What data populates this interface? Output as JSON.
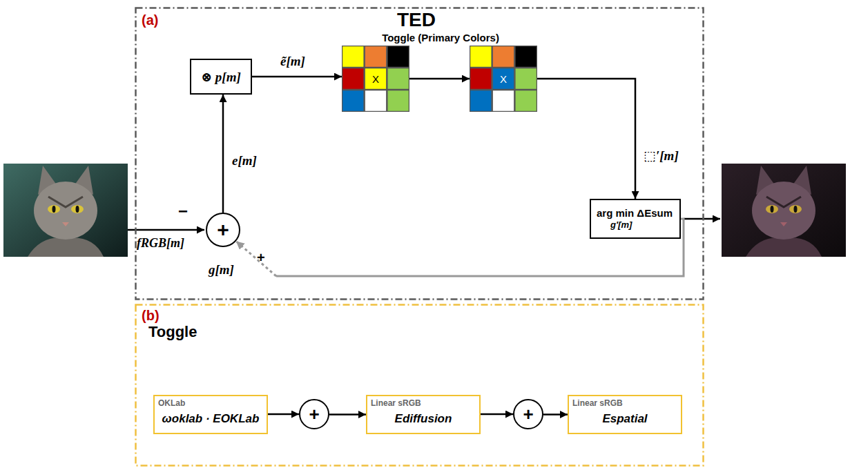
{
  "diagram": {
    "nodes": [
      {
        "text": [
          "(a)",
          "TED"
        ]
      },
      {
        "text": [
          "⊗ p[m]"
        ],
        "in": 0
      },
      {
        "text": [
          "X"
        ],
        "in": 0
      },
      {
        "text": [
          "X"
        ],
        "in": 0
      },
      {
        "text": [
          "arg min ΔEsum",
          "g′[m]"
        ],
        "in": 0
      },
      {
        "text": [
          "+"
        ],
        "in": 0
      },
      {
        "text": [
          "(b)",
          "Toggle"
        ]
      },
      {
        "text": [
          "OKLab",
          "ωoklab · EOKLab"
        ],
        "in": 6
      },
      {
        "text": [
          "+"
        ],
        "in": 6
      },
      {
        "text": [
          "Linear sRGB",
          "Ediffusion"
        ],
        "in": 6
      },
      {
        "text": [
          "+"
        ],
        "in": 6
      },
      {
        "text": [
          "Linear sRGB",
          "Espatial"
        ],
        "in": 6
      }
    ],
    "edges": [
      {
        "from": 5,
        "to": 1,
        "arrow": "to",
        "label": "e[m]"
      },
      {
        "from": 1,
        "to": 2,
        "arrow": "to",
        "label": "ẽ[m]"
      },
      {
        "from": 2,
        "to": 3,
        "arrow": "to"
      },
      {
        "from": 3,
        "to": 4,
        "arrow": "to",
        "label": "⬚′[m]"
      },
      {
        "from": 4,
        "to": 5,
        "arrow": "to",
        "label": "g[m]"
      },
      {
        "from": 7,
        "to": 8,
        "arrow": "to"
      },
      {
        "from": 8,
        "to": 9,
        "arrow": "to"
      },
      {
        "from": 9,
        "to": 10,
        "arrow": "to"
      },
      {
        "from": 10,
        "to": 11,
        "arrow": "to"
      }
    ],
    "labels": [
      "Toggle (Primary Colors)",
      "−",
      "+",
      "fRGB[m]"
    ]
  }
}
